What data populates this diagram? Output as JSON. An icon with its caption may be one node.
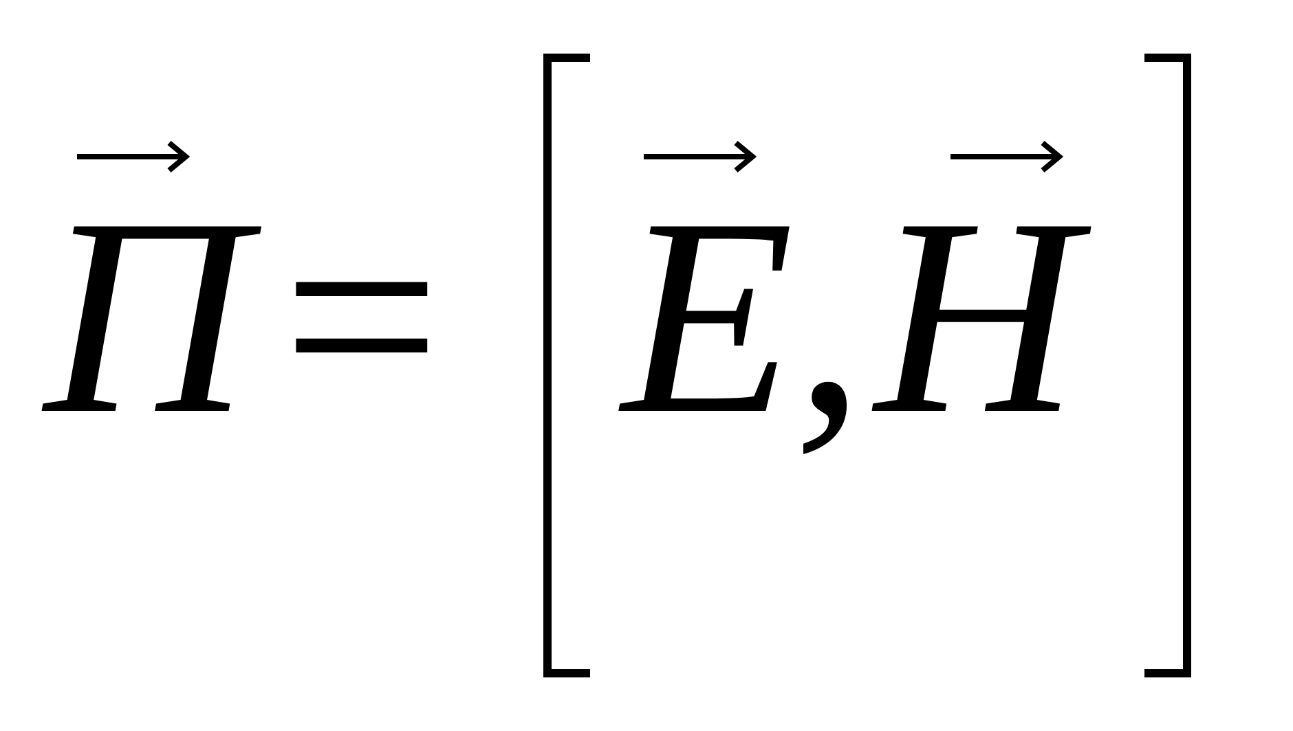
{
  "diagram": {
    "labels": [
      "Π",
      "=",
      "E,",
      "H"
    ]
  }
}
